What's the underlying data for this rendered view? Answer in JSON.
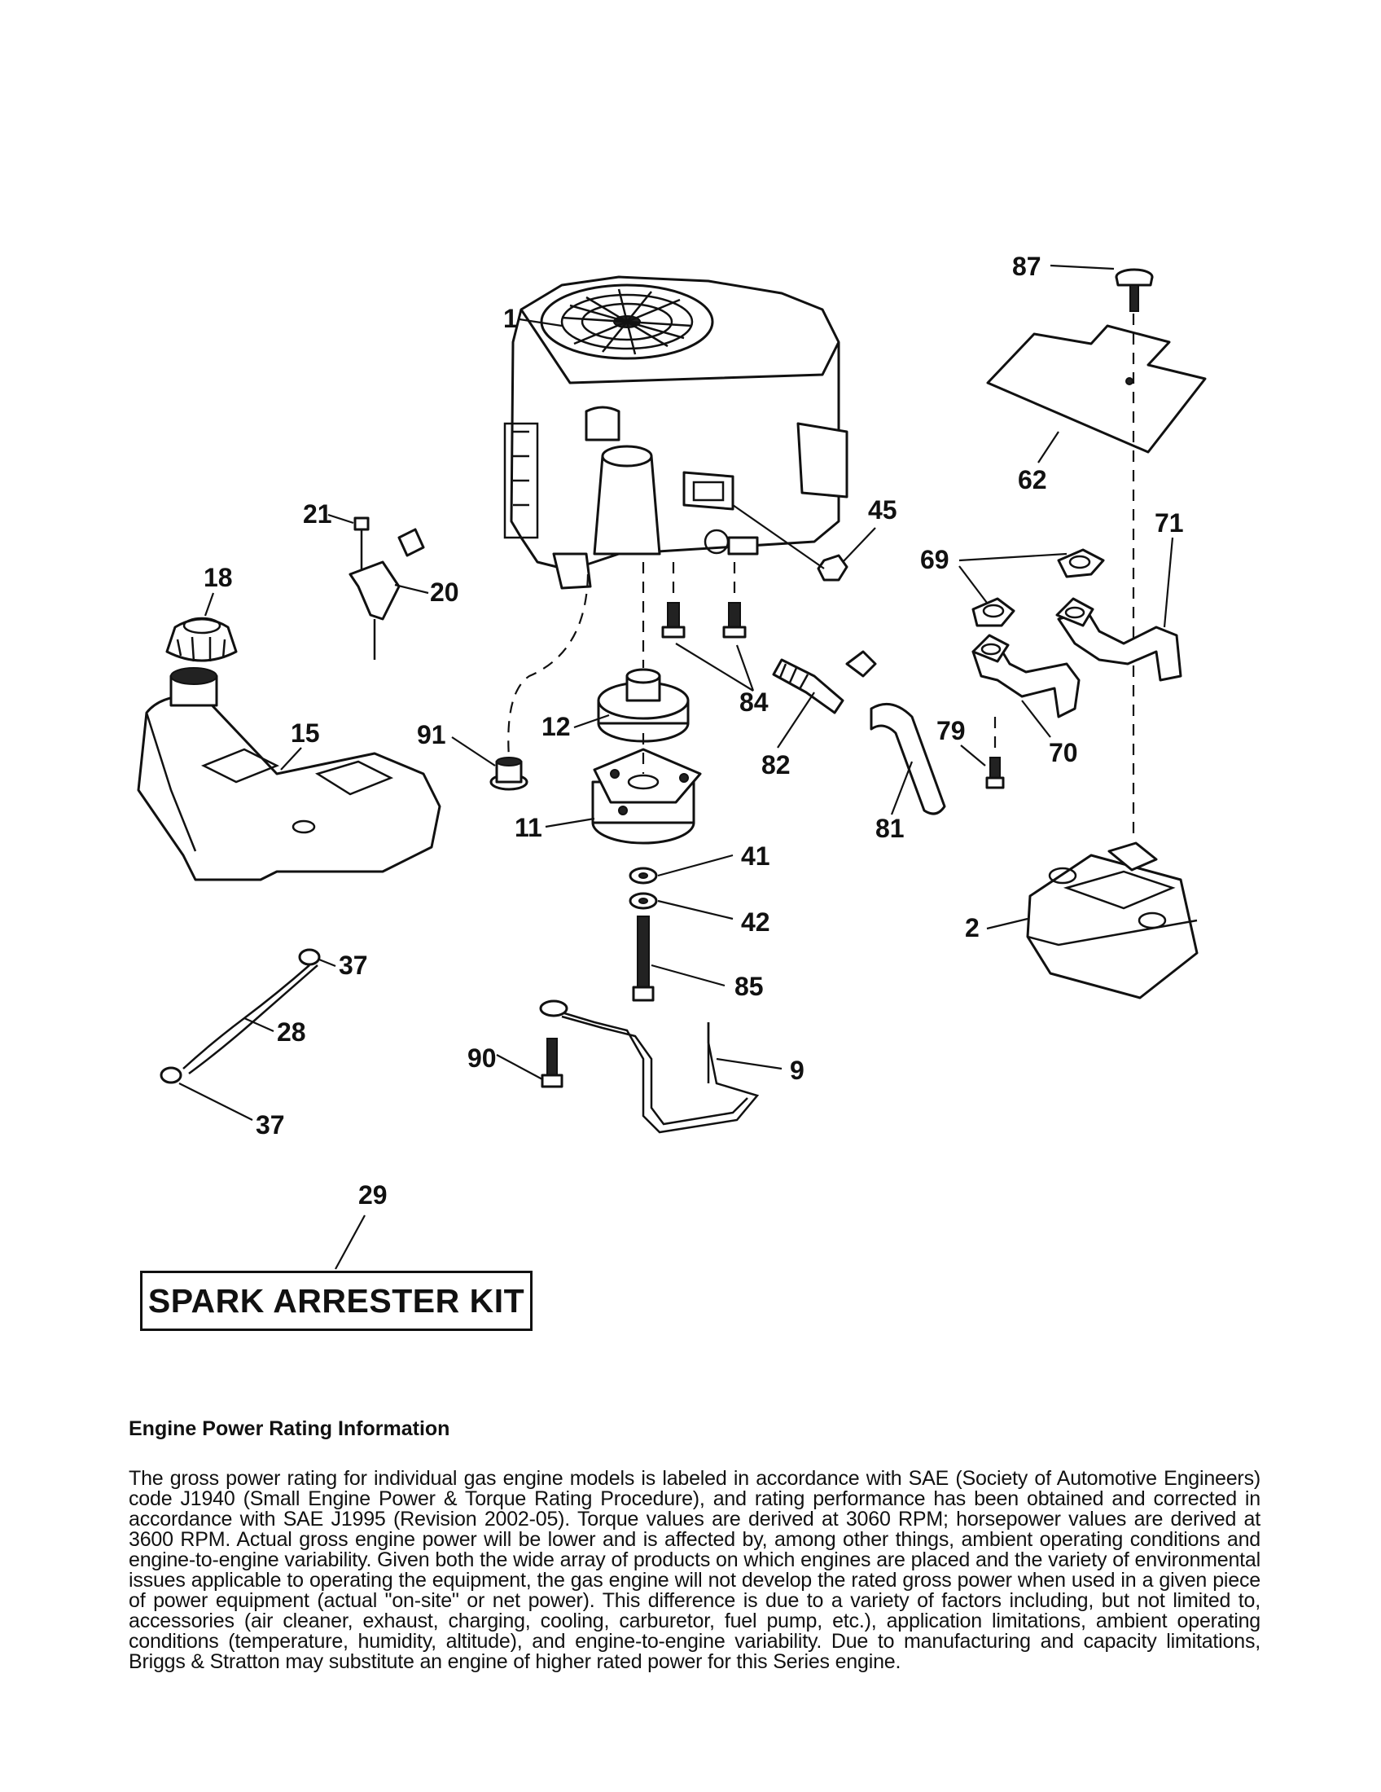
{
  "callouts": {
    "c1": "1",
    "c2": "2",
    "c9": "9",
    "c11": "11",
    "c12": "12",
    "c15": "15",
    "c18": "18",
    "c20": "20",
    "c21": "21",
    "c28": "28",
    "c29": "29",
    "c37a": "37",
    "c37b": "37",
    "c41": "41",
    "c42": "42",
    "c45": "45",
    "c62": "62",
    "c69": "69",
    "c70": "70",
    "c71": "71",
    "c79": "79",
    "c81": "81",
    "c82": "82",
    "c84": "84",
    "c85": "85",
    "c87": "87",
    "c90": "90",
    "c91": "91"
  },
  "spark_arrester_kit": "SPARK ARRESTER KIT",
  "info": {
    "title": "Engine Power Rating Information",
    "body": "The gross power rating for individual gas engine models is labeled in accordance with SAE (Society of Automotive Engineers) code J1940 (Small Engine Power & Torque Rating Procedure), and rating performance has been obtained and corrected in accordance with SAE J1995 (Revision 2002-05). Torque values are derived at 3060 RPM; horsepower values are derived at 3600 RPM. Actual gross engine power will be lower and is affected by, among other things, ambient operating conditions and engine-to-engine variability. Given both the wide array of products on which engines are placed and the variety of environmental issues applicable to operating the equipment, the gas engine will not develop the rated gross power when used in a given piece of power equipment (actual \"on-site\" or net power). This difference is due to a variety of factors including, but not limited to, accessories (air cleaner, exhaust, charging, cooling, carburetor, fuel pump, etc.), application limitations, ambient operating conditions (temperature, humidity, altitude), and engine-to-engine variability. Due to manufacturing and capacity limitations, Briggs & Stratton may substitute an engine of higher rated power for this Series engine."
  }
}
